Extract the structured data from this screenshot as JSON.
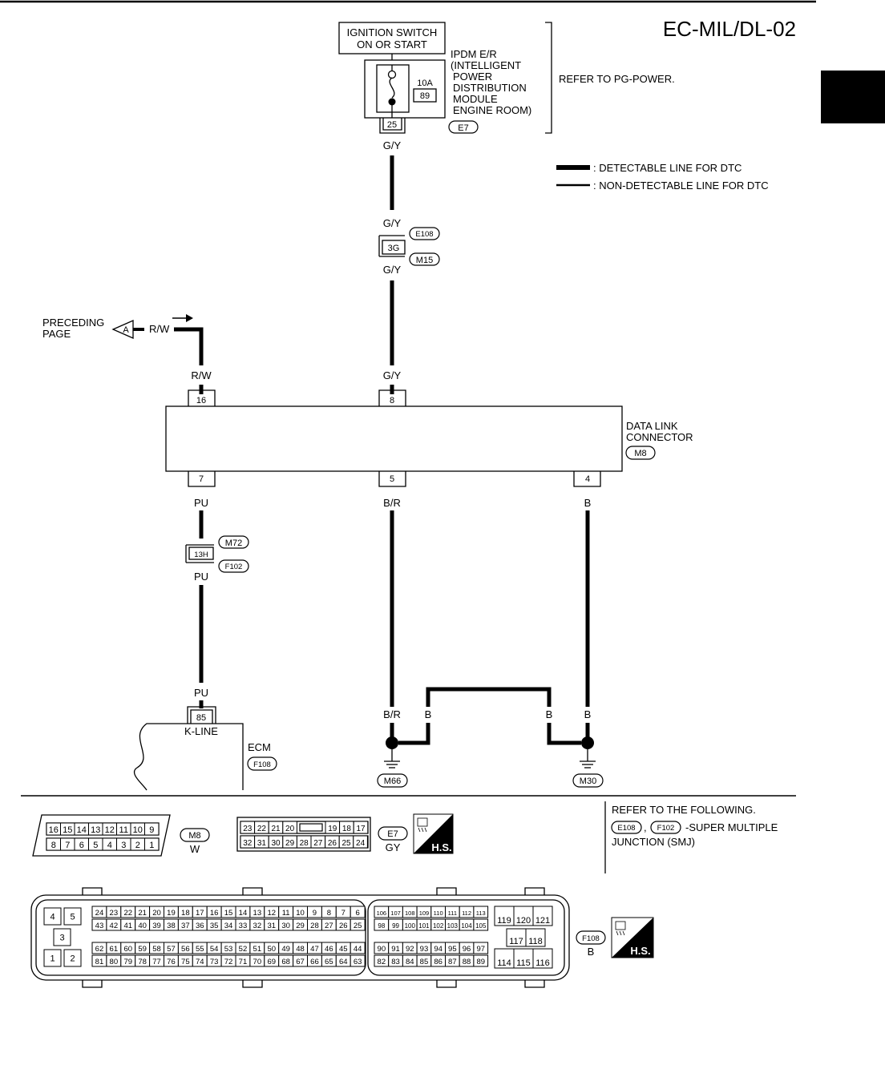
{
  "page_code": "EC-MIL/DL-02",
  "ignition": {
    "line1": "IGNITION SWITCH",
    "line2": "ON OR START"
  },
  "ipdm": {
    "lines": [
      "IPDM E/R",
      "(INTELLIGENT",
      "POWER",
      "DISTRIBUTION",
      "MODULE",
      "ENGINE ROOM)"
    ],
    "fuse_rating": "10A",
    "fuse_number": "89",
    "terminal": "25",
    "connector": "E7",
    "reference": "REFER TO PG-POWER."
  },
  "legend": {
    "detectable": ": DETECTABLE LINE FOR DTC",
    "non_detectable": ": NON-DETECTABLE LINE FOR DTC"
  },
  "wire_colors": {
    "gy": "G/Y",
    "rw": "R/W",
    "pu": "PU",
    "br": "B/R",
    "b": "B"
  },
  "junction_3g": {
    "terminal": "3G",
    "connector_top": "E108",
    "connector_bottom": "M15"
  },
  "junction_13h": {
    "terminal": "13H",
    "connector_top": "M72",
    "connector_bottom": "F102"
  },
  "preceding": {
    "line1": "PRECEDING",
    "line2": "PAGE",
    "marker": "A"
  },
  "dlc": {
    "name_line1": "DATA LINK",
    "name_line2": "CONNECTOR",
    "connector": "M8",
    "top_terminals": [
      "16",
      "8"
    ],
    "bottom_terminals": [
      "7",
      "5",
      "4"
    ]
  },
  "ecm": {
    "terminal": "85",
    "signal": "K-LINE",
    "name": "ECM",
    "connector": "F108"
  },
  "grounds": [
    "M66",
    "M30"
  ],
  "connector_views": {
    "m8": {
      "row1": [
        "16",
        "15",
        "14",
        "13",
        "12",
        "11",
        "10",
        "9"
      ],
      "row2": [
        "8",
        "7",
        "6",
        "5",
        "4",
        "3",
        "2",
        "1"
      ],
      "id": "M8",
      "color": "W"
    },
    "e7": {
      "row1a": [
        "23",
        "22",
        "21",
        "20"
      ],
      "row1b": [
        "19",
        "18",
        "17"
      ],
      "row2": [
        "32",
        "31",
        "30",
        "29",
        "28",
        "27",
        "26",
        "25",
        "24"
      ],
      "id": "E7",
      "color": "GY",
      "hs": "H.S."
    },
    "f108": {
      "block_a": {
        "top": [
          "4",
          "5"
        ],
        "middle": "3",
        "bottom": [
          "1",
          "2"
        ]
      },
      "row1": [
        "24",
        "23",
        "22",
        "21",
        "20",
        "19",
        "18",
        "17",
        "16",
        "15",
        "14",
        "13",
        "12",
        "11",
        "10",
        "9",
        "8",
        "7",
        "6"
      ],
      "row2": [
        "43",
        "42",
        "41",
        "40",
        "39",
        "38",
        "37",
        "36",
        "35",
        "34",
        "33",
        "32",
        "31",
        "30",
        "29",
        "28",
        "27",
        "26",
        "25"
      ],
      "row3": [
        "62",
        "61",
        "60",
        "59",
        "58",
        "57",
        "56",
        "55",
        "54",
        "53",
        "52",
        "51",
        "50",
        "49",
        "48",
        "47",
        "46",
        "45",
        "44"
      ],
      "row4": [
        "81",
        "80",
        "79",
        "78",
        "77",
        "76",
        "75",
        "74",
        "73",
        "72",
        "71",
        "70",
        "69",
        "68",
        "67",
        "66",
        "65",
        "64",
        "63"
      ],
      "row5": [
        "106",
        "107",
        "108",
        "109",
        "110",
        "111",
        "112",
        "113"
      ],
      "row6": [
        "98",
        "99",
        "100",
        "101",
        "102",
        "103",
        "104",
        "105"
      ],
      "row7": [
        "90",
        "91",
        "92",
        "93",
        "94",
        "95",
        "96",
        "97"
      ],
      "row8": [
        "82",
        "83",
        "84",
        "85",
        "86",
        "87",
        "88",
        "89"
      ],
      "block_d": {
        "top": [
          "119",
          "120",
          "121"
        ],
        "middle": [
          "117",
          "118"
        ],
        "bottom": [
          "114",
          "115",
          "116"
        ]
      },
      "id": "F108",
      "color": "B",
      "hs": "H.S."
    }
  },
  "refer_following": {
    "line1": "REFER TO THE FOLLOWING.",
    "conn_a": "E108",
    "conn_b": "F102",
    "sep": ",",
    "suffix": "-SUPER MULTIPLE",
    "line3": "JUNCTION (SMJ)"
  }
}
